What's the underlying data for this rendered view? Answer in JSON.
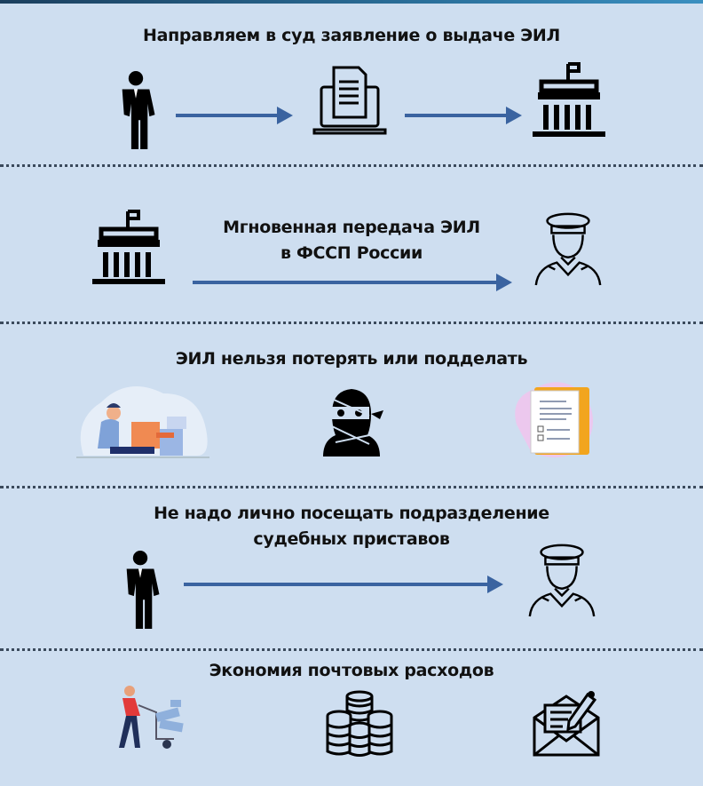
{
  "sections": [
    {
      "title": "Направляем в суд заявление о выдаче ЭИЛ"
    },
    {
      "title_line1": "Мгновенная передача ЭИЛ",
      "title_line2": "в ФССП России"
    },
    {
      "title": "ЭИЛ нельзя потерять или подделать"
    },
    {
      "title_line1": "Не надо лично посещать подразделение",
      "title_line2": "судебных приставов"
    },
    {
      "title": "Экономия почтовых расходов"
    }
  ],
  "colors": {
    "background": "#cedef0",
    "arrow": "#3a63a0",
    "text": "#111111"
  }
}
